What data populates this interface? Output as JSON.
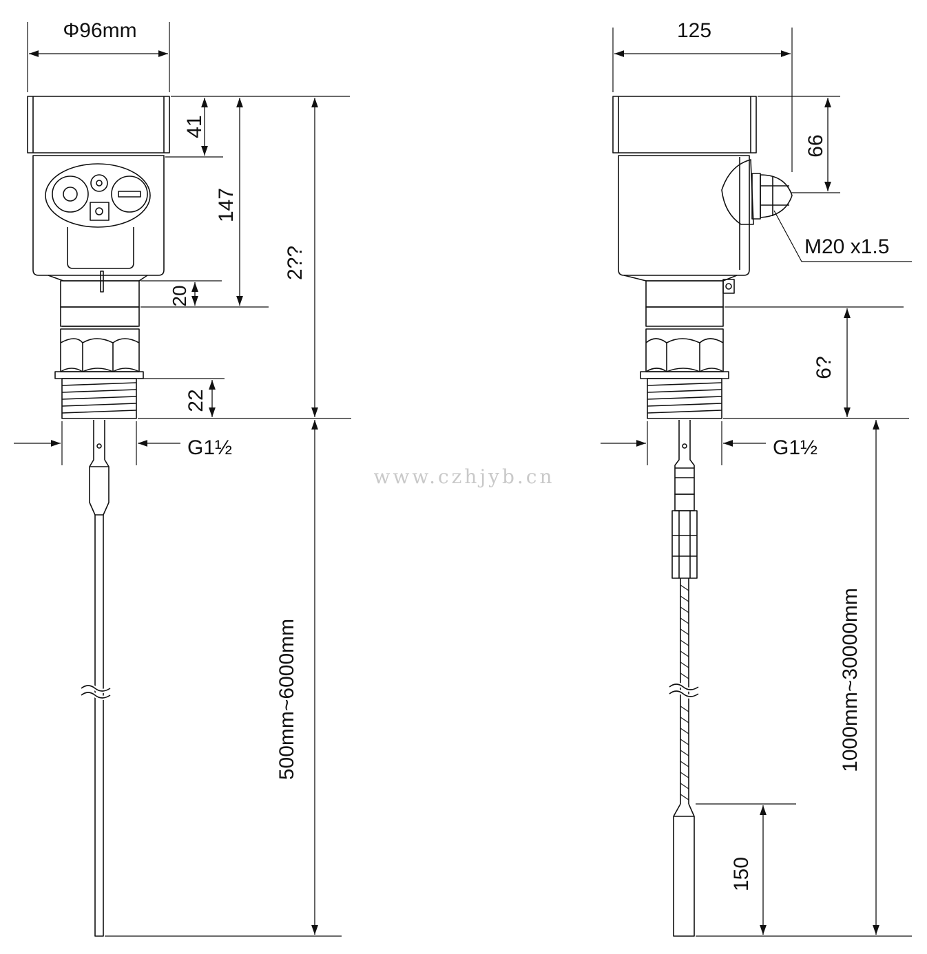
{
  "left_view": {
    "diameter_label": "Φ96mm",
    "dim_41": "41",
    "dim_147": "147",
    "dim_total": "2??",
    "dim_20": "20",
    "dim_22": "22",
    "thread_label": "G1½",
    "rod_length": "500mm~6000mm"
  },
  "right_view": {
    "width_label": "125",
    "dim_66": "66",
    "cable_gland_label": "M20 x1.5",
    "dim_6x": "6?",
    "thread_label": "G1½",
    "cable_length": "1000mm~30000mm",
    "weight_length": "150"
  },
  "watermark": "www.czhjyb.cn"
}
